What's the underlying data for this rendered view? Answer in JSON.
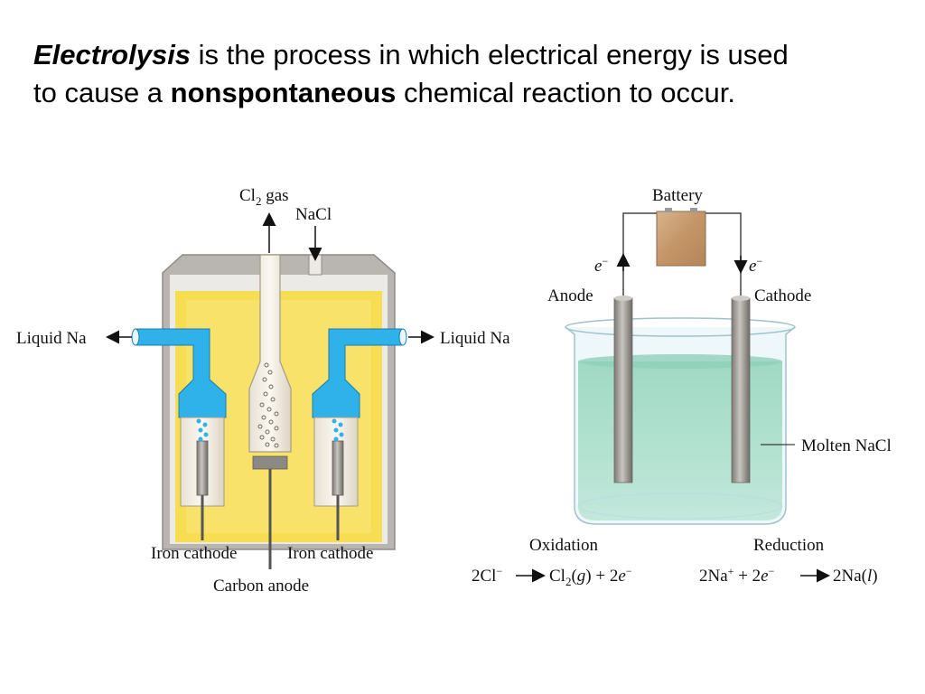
{
  "heading": {
    "term": "Electrolysis",
    "part1": " is the process in which electrical energy is used",
    "part2a": "to cause a ",
    "emphasis": "nonspontaneous",
    "part2b": " chemical reaction to occur."
  },
  "downs_cell": {
    "cl2_gas": "Cl",
    "cl2_sub": "2",
    "cl2_gas_word": " gas",
    "nacl_input": "NaCl",
    "liquid_na_left": "Liquid Na",
    "liquid_na_right": "Liquid Na",
    "iron_cathode_left": "Iron cathode",
    "iron_cathode_right": "Iron cathode",
    "carbon_anode": "Carbon anode"
  },
  "beaker_cell": {
    "battery": "Battery",
    "electron_left": "e",
    "electron_right": "e",
    "electron_charge": "−",
    "anode": "Anode",
    "cathode": "Cathode",
    "molten_nacl": "Molten NaCl",
    "oxidation": "Oxidation",
    "reduction": "Reduction",
    "ox_eq": {
      "reactant": "2Cl",
      "reactant_charge": "−",
      "product": "Cl",
      "product_sub": "2",
      "state": "g",
      "plus": " + 2",
      "e": "e",
      "e_charge": "−"
    },
    "red_eq": {
      "reactant": "2Na",
      "reactant_charge": "+",
      "plus": " + 2",
      "e": "e",
      "e_charge": "−",
      "product": "2Na(",
      "state": "l",
      "close": ")"
    }
  },
  "colors": {
    "molten_yellow": "#f6dd52",
    "sodium_blue": "#2fb2ea",
    "casing_grey": "#b9b6b1",
    "solution_teal": "#a8dbc8",
    "battery_brown": "#c9a077",
    "electrode_grey": "#9c9893"
  }
}
